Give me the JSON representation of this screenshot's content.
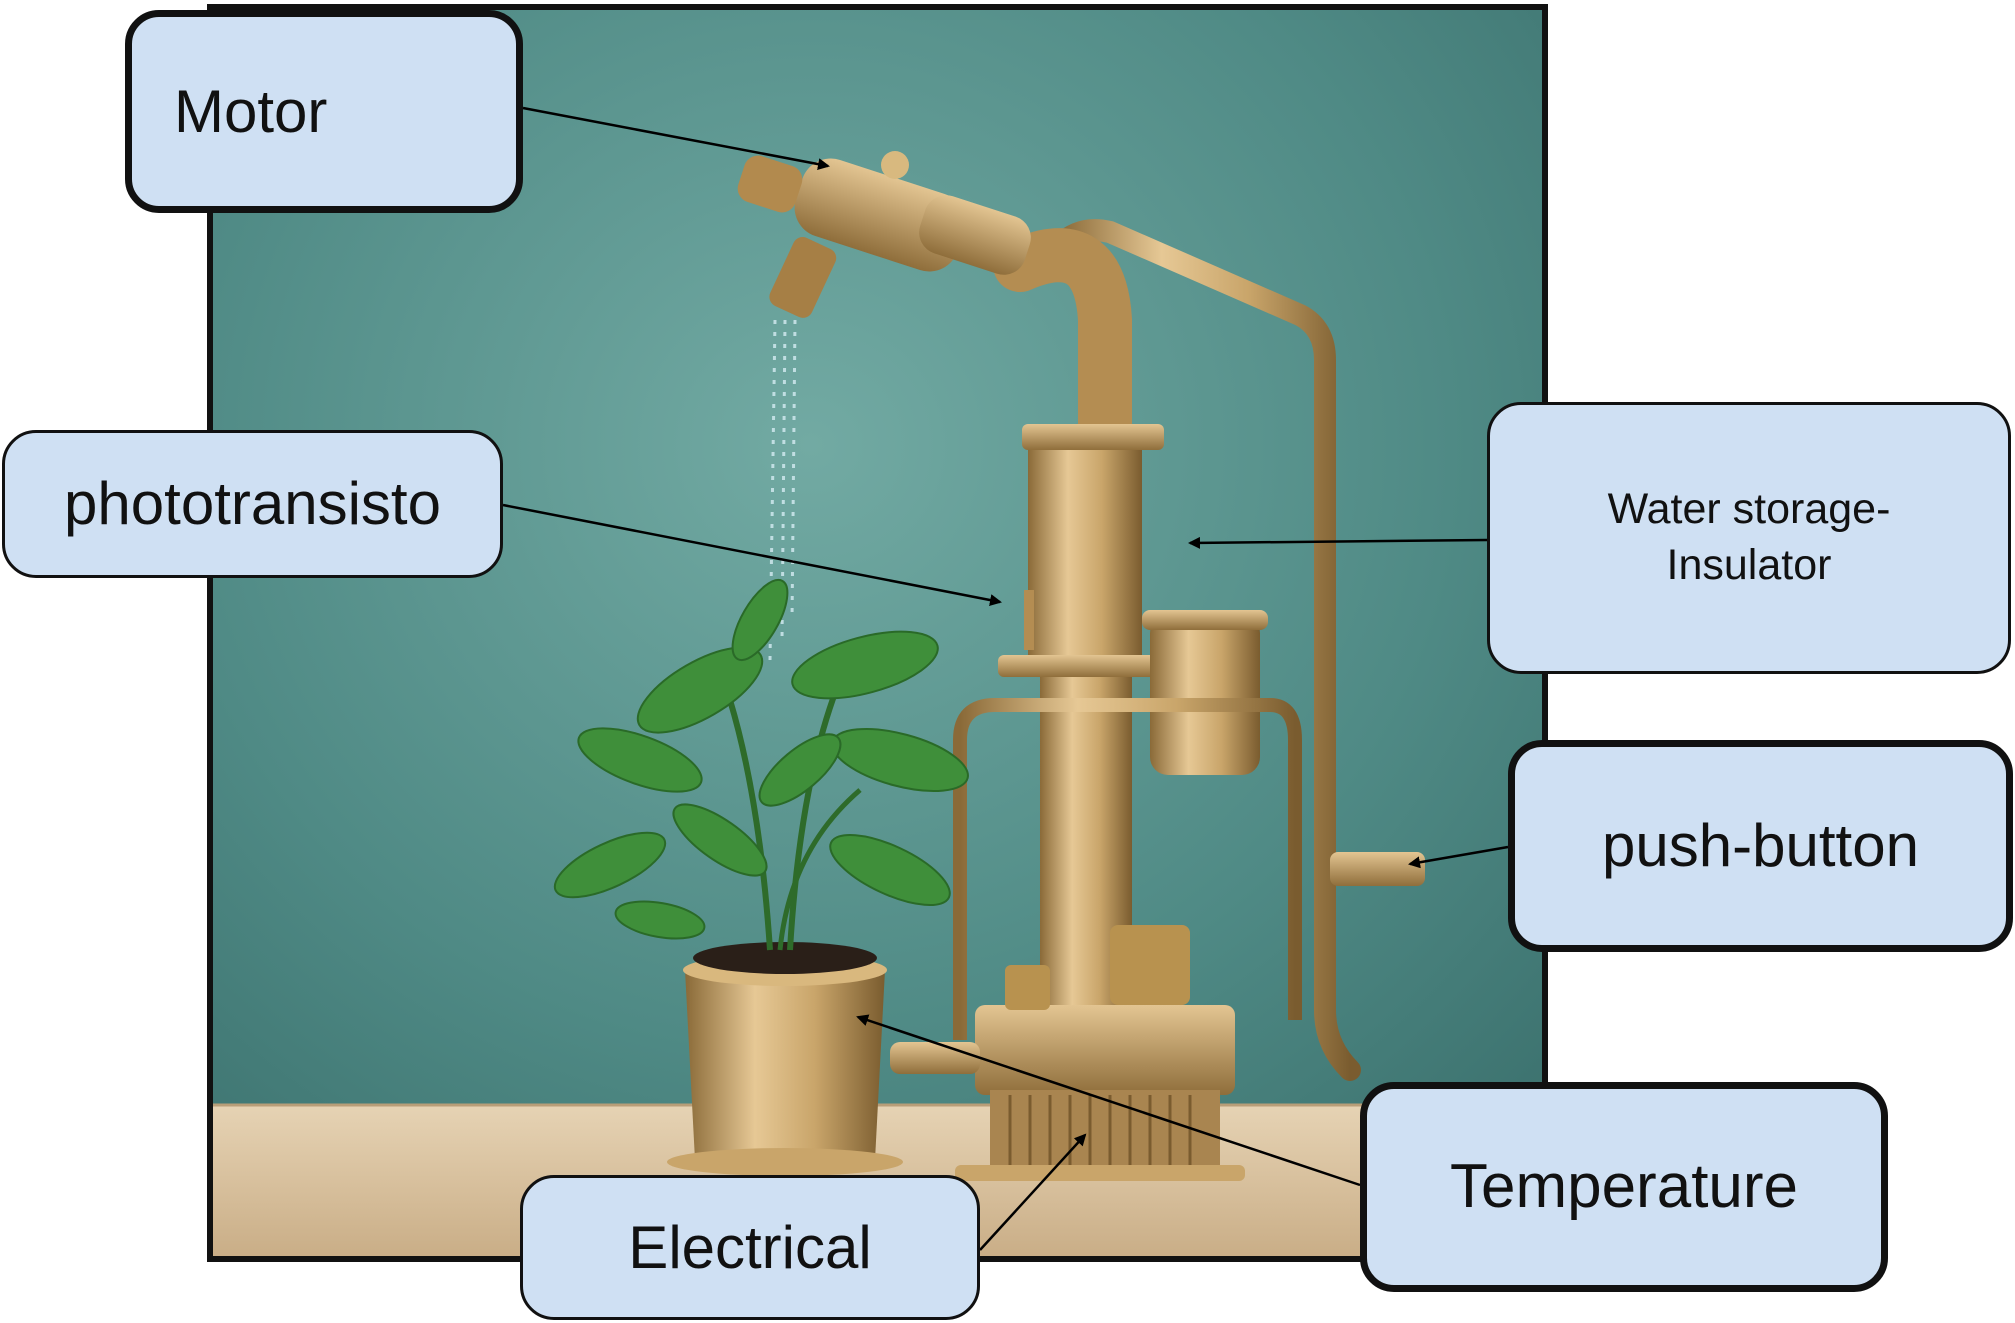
{
  "labels": {
    "motor": "Motor",
    "phototransistor": "phototransisto",
    "water_storage": "Water storage-\nInsulator",
    "push_button": "push-button",
    "temperature": "Temperature",
    "electrical": "Electrical"
  },
  "colors": {
    "wall": "#4f8a85",
    "wall_light": "#6aa39c",
    "table": "#d9c4a3",
    "brass": "#c9a56a",
    "brass_dark": "#8f6e3b",
    "label_fill": "#cfe0f3",
    "leaf": "#3f8f3a"
  }
}
